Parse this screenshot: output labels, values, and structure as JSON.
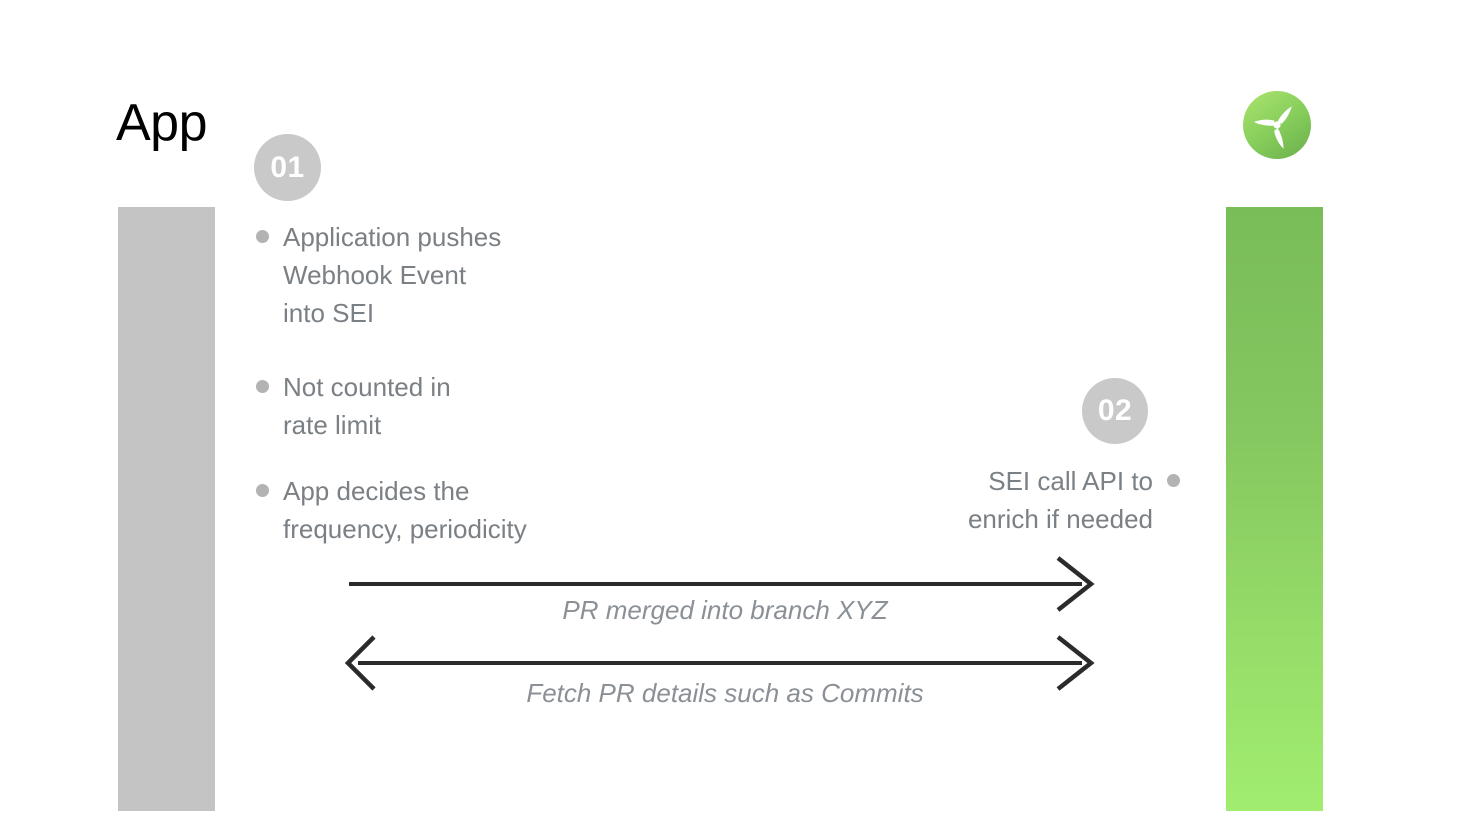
{
  "slide": {
    "title": "App",
    "background_color": "#ffffff"
  },
  "lanes": [
    {
      "name": "app-lane",
      "color": "#c4c4c4",
      "side": "left"
    },
    {
      "name": "sei-lane",
      "color_top": "#79bd59",
      "color_bottom": "#a0ed6f",
      "side": "right"
    }
  ],
  "logo": {
    "icon": "propeller-icon",
    "circle_color_top": "#a5e06a",
    "circle_color_bottom": "#6fb94f",
    "blade_color": "#ffffff"
  },
  "steps": [
    {
      "number": "01",
      "badge_color": "#c9c9c9",
      "bullets": [
        "Application pushes\nWebhook Event\ninto SEI",
        "Not counted in\nrate limit",
        "App decides the\nfrequency, periodicity"
      ]
    },
    {
      "number": "02",
      "badge_color": "#c9c9c9",
      "bullets": [
        "SEI call API to\nenrich if needed"
      ]
    }
  ],
  "messages": [
    {
      "label": "PR merged into branch XYZ",
      "direction": "right",
      "color": "#2b2b2b"
    },
    {
      "label": "Fetch PR details such as Commits",
      "direction": "both",
      "color": "#2b2b2b"
    }
  ],
  "colors": {
    "text_muted": "#7b8085",
    "label_muted": "#8b9097",
    "bullet_dot": "#b3b3b3",
    "arrow": "#2b2b2b"
  }
}
